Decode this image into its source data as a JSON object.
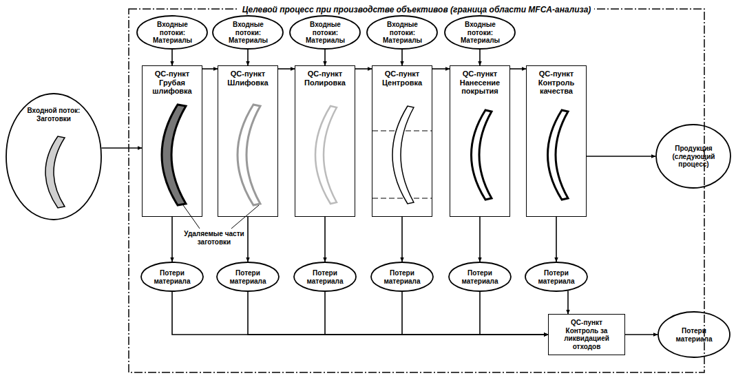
{
  "diagram": {
    "nodes": [
      {
        "text": [
          "Целевой процесс при производстве объективов (граница области MFCA-анализа)"
        ]
      },
      {
        "text": [
          "Входной поток: Заготовки"
        ]
      },
      {
        "text": [
          "Входные потоки: Материалы"
        ],
        "in": 0
      },
      {
        "text": [
          "Входные потоки: Материалы"
        ],
        "in": 0
      },
      {
        "text": [
          "Входные потоки: Материалы"
        ],
        "in": 0
      },
      {
        "text": [
          "Входные потоки: Материалы"
        ],
        "in": 0
      },
      {
        "text": [
          "Входные потоки: Материалы"
        ],
        "in": 0
      },
      {
        "text": [
          "QC-пункт",
          "Грубая шлифовка"
        ],
        "in": 0
      },
      {
        "text": [
          "QC-пункт",
          "Шлифовка"
        ],
        "in": 0
      },
      {
        "text": [
          "QC-пункт",
          "Полировка"
        ],
        "in": 0
      },
      {
        "text": [
          "QC-пункт",
          "Центровка"
        ],
        "in": 0
      },
      {
        "text": [
          "QC-пункт",
          "Нанесение покрытия"
        ],
        "in": 0
      },
      {
        "text": [
          "QC-пункт",
          "Контроль качества"
        ],
        "in": 0
      },
      {
        "text": [
          "Продукция (следующий процесс)"
        ]
      },
      {
        "text": [
          "Потери материала"
        ],
        "in": 0
      },
      {
        "text": [
          "Потери материала"
        ],
        "in": 0
      },
      {
        "text": [
          "Потери материала"
        ],
        "in": 0
      },
      {
        "text": [
          "Потери материала"
        ],
        "in": 0
      },
      {
        "text": [
          "Потери материала"
        ],
        "in": 0
      },
      {
        "text": [
          "Потери материала"
        ],
        "in": 0
      },
      {
        "text": [
          "QC-пункт",
          "Контроль за ликвидацией отходов"
        ],
        "in": 0
      },
      {
        "text": [
          "Потери материала"
        ]
      }
    ],
    "edges": [
      {
        "from": 1,
        "to": 7,
        "arrow": "to"
      },
      {
        "from": 7,
        "to": 8,
        "arrow": "to"
      },
      {
        "from": 8,
        "to": 9,
        "arrow": "to"
      },
      {
        "from": 9,
        "to": 10,
        "arrow": "to"
      },
      {
        "from": 10,
        "to": 11,
        "arrow": "to"
      },
      {
        "from": 11,
        "to": 12,
        "arrow": "to"
      },
      {
        "from": 12,
        "to": 13,
        "arrow": "to"
      },
      {
        "from": 2,
        "to": 7,
        "arrow": "to"
      },
      {
        "from": 3,
        "to": 8,
        "arrow": "to"
      },
      {
        "from": 4,
        "to": 9,
        "arrow": "to"
      },
      {
        "from": 5,
        "to": 10,
        "arrow": "to"
      },
      {
        "from": 6,
        "to": 11,
        "arrow": "to"
      },
      {
        "from": 7,
        "to": 14,
        "arrow": "to"
      },
      {
        "from": 8,
        "to": 15,
        "arrow": "to"
      },
      {
        "from": 9,
        "to": 16,
        "arrow": "to"
      },
      {
        "from": 10,
        "to": 17,
        "arrow": "to"
      },
      {
        "from": 11,
        "to": 18,
        "arrow": "to"
      },
      {
        "from": 12,
        "to": 19,
        "arrow": "to"
      },
      {
        "from": 14,
        "to": 20,
        "arrow": "to"
      },
      {
        "from": 15,
        "to": 20,
        "arrow": "to"
      },
      {
        "from": 16,
        "to": 20,
        "arrow": "to"
      },
      {
        "from": 17,
        "to": 20,
        "arrow": "to"
      },
      {
        "from": 18,
        "to": 20,
        "arrow": "to"
      },
      {
        "from": 19,
        "to": 20,
        "arrow": "to"
      },
      {
        "from": 20,
        "to": 21,
        "arrow": "to"
      }
    ],
    "labels": [
      "Удаляемые части заготовки"
    ]
  }
}
